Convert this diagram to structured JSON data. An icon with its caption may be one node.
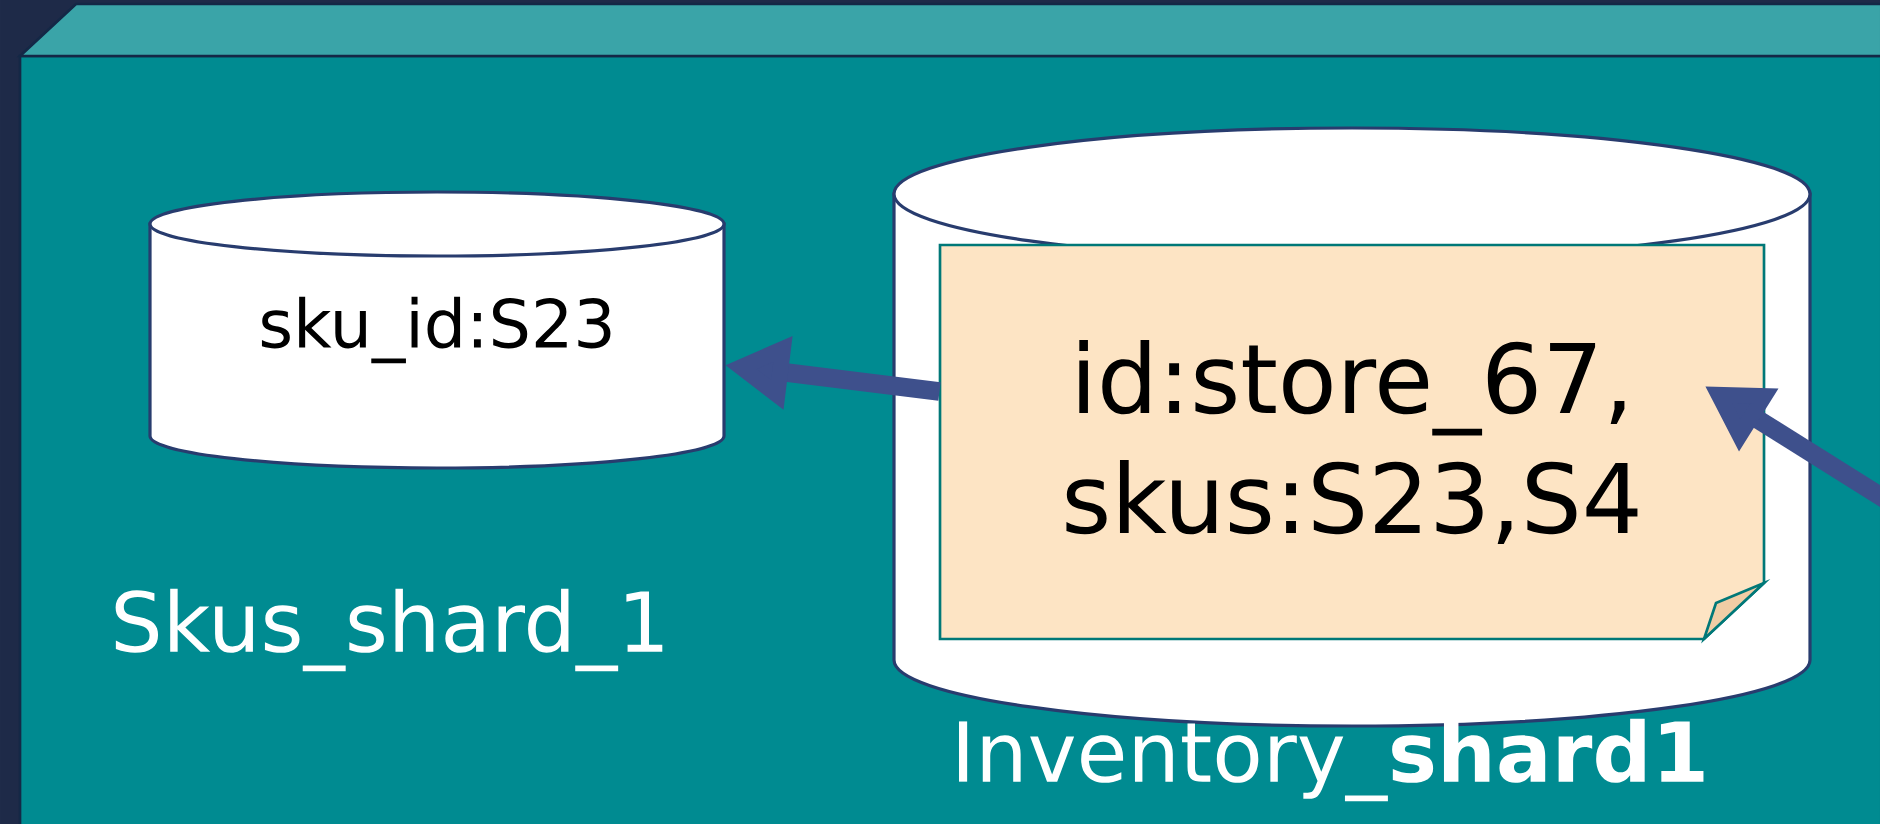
{
  "diagram": {
    "nodes": [
      {
        "text": [],
        "shape": "box"
      },
      {
        "text": [
          "sku_id:S23"
        ],
        "in": 0,
        "beside": [
          "Skus_shard_1"
        ]
      },
      {
        "text": [],
        "shape": "cylinder",
        "in": 0,
        "beside": [
          "Inventory_**shard1**"
        ]
      },
      {
        "text": [
          "id:store_67, skus:S23,S4"
        ],
        "in": 2
      }
    ],
    "edges": [
      {
        "from": 3,
        "to": 1,
        "arrow": "to"
      },
      {
        "from": null,
        "to": 3,
        "arrow": "to"
      }
    ]
  }
}
